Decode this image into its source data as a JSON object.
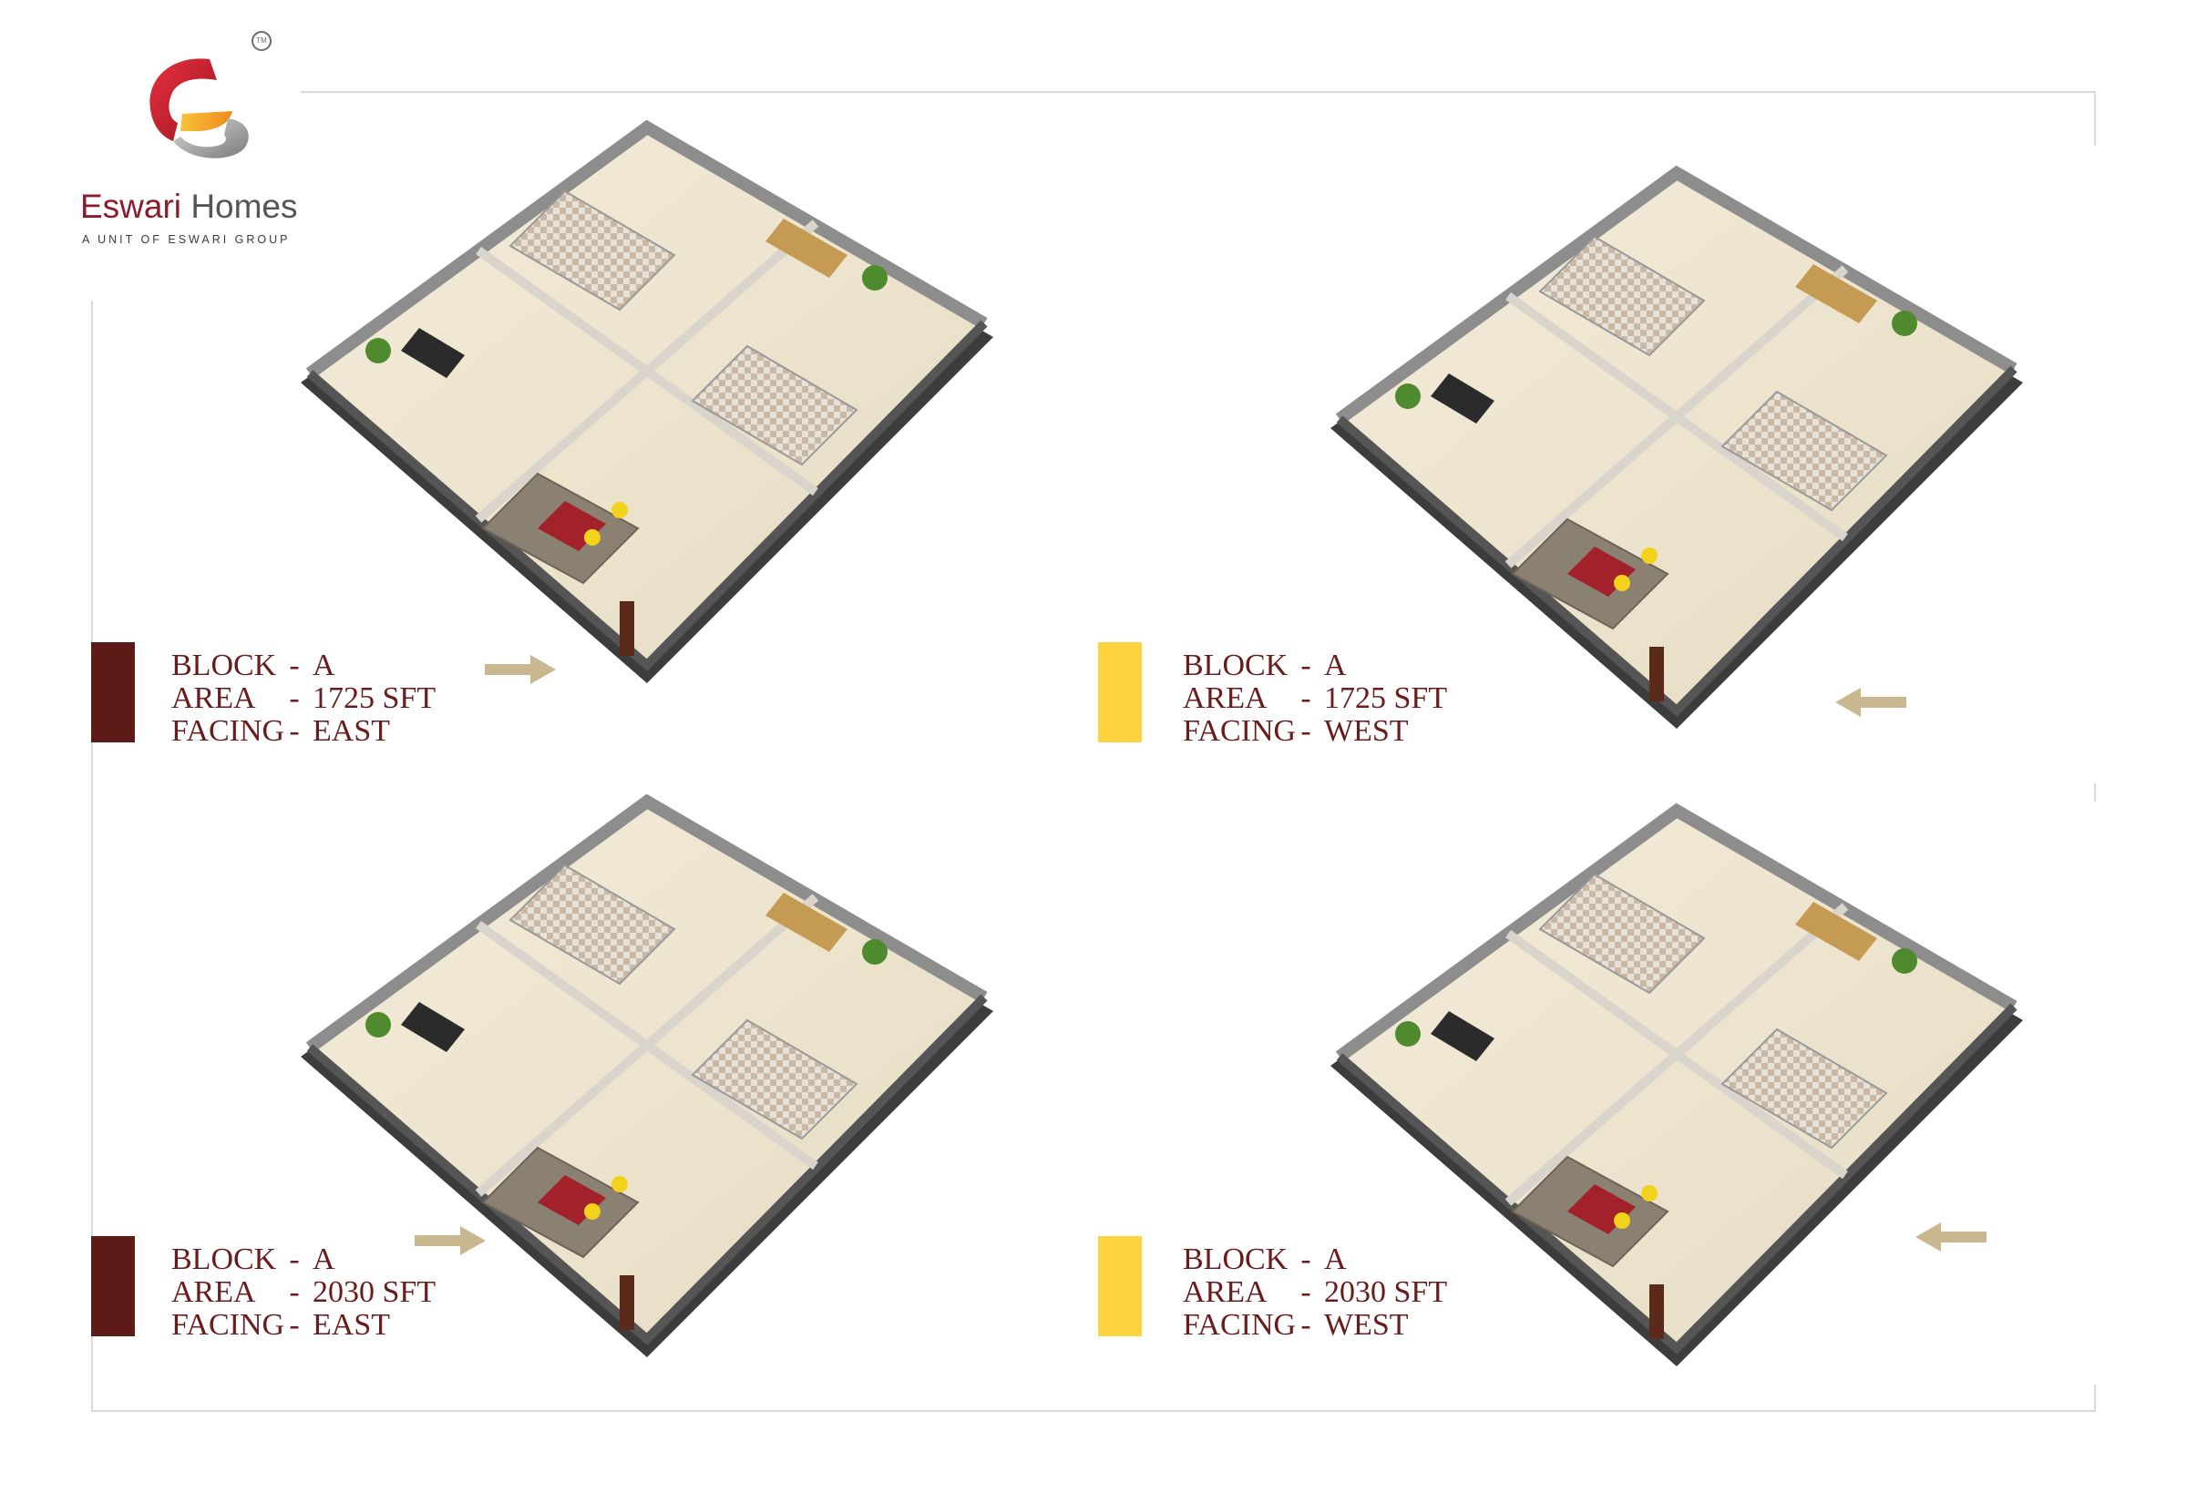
{
  "brand": {
    "name_part1": "Eswari",
    "name_part2": "Homes",
    "tagline": "A UNIT OF ESWARI GROUP",
    "tm": "TM",
    "colors": {
      "primary": "#c8202f",
      "accent": "#f5a623",
      "grey": "#9a9a9a"
    }
  },
  "colors": {
    "east_swatch": "#5e1a17",
    "west_swatch": "#ffd23f",
    "text": "#6a1c1c",
    "arrow": "#c9b88f"
  },
  "plans": [
    {
      "block_label": "BLOCK",
      "block_value": "A",
      "area_label": "AREA",
      "area_value": "1725 SFT",
      "facing_label": "FACING",
      "facing_value": "EAST",
      "arrow_icon": "arrow-right-icon"
    },
    {
      "block_label": "BLOCK",
      "block_value": "A",
      "area_label": "AREA",
      "area_value": "1725 SFT",
      "facing_label": "FACING",
      "facing_value": "WEST",
      "arrow_icon": "arrow-left-icon"
    },
    {
      "block_label": "BLOCK",
      "block_value": "A",
      "area_label": "AREA",
      "area_value": "2030 SFT",
      "facing_label": "FACING",
      "facing_value": "EAST",
      "arrow_icon": "arrow-right-icon"
    },
    {
      "block_label": "BLOCK",
      "block_value": "A",
      "area_label": "AREA",
      "area_value": "2030 SFT",
      "facing_label": "FACING",
      "facing_value": "WEST",
      "arrow_icon": "arrow-left-icon"
    }
  ]
}
